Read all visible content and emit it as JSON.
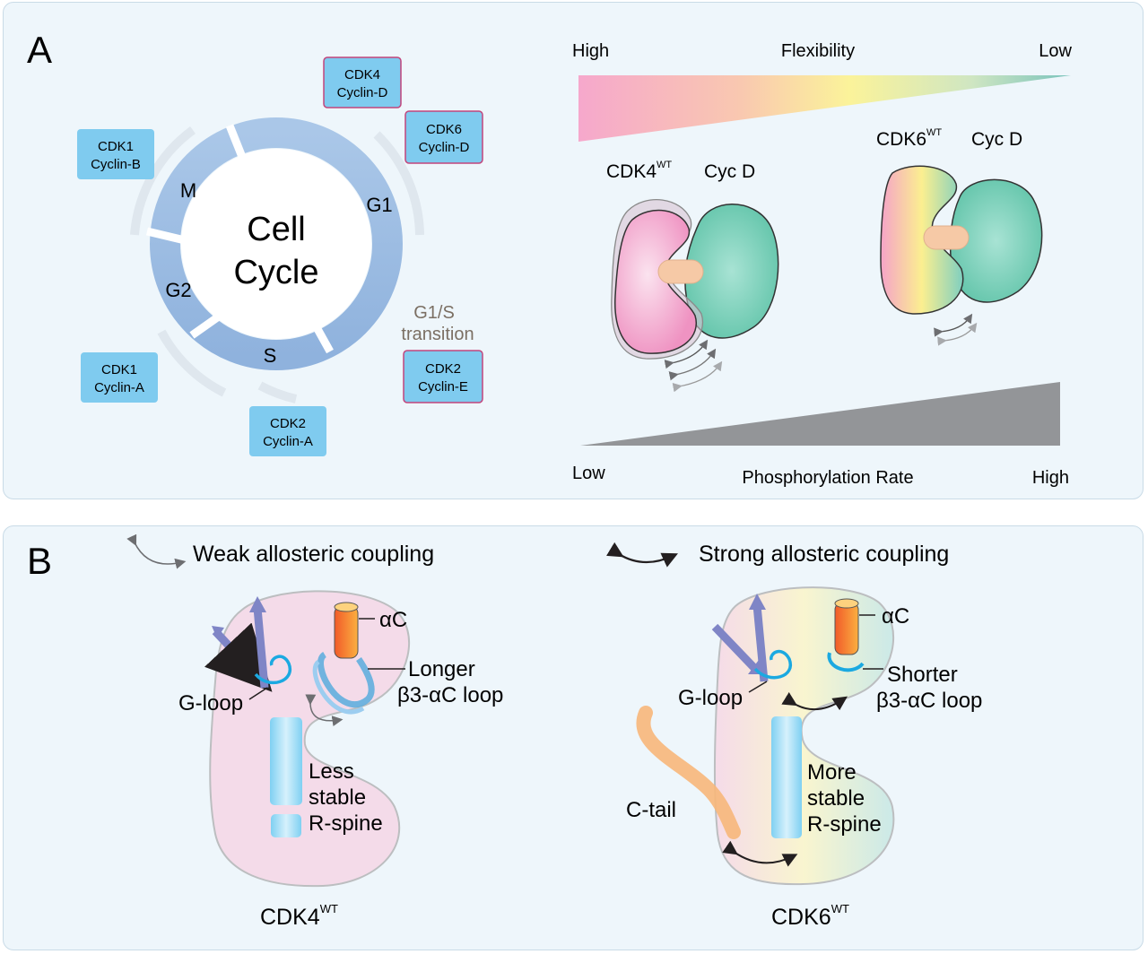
{
  "panel_a": {
    "label": "A",
    "cell_cycle": {
      "center_line1": "Cell",
      "center_line2": "Cycle",
      "phases": {
        "g1": "G1",
        "s": "S",
        "g2": "G2",
        "m": "M"
      },
      "transition_line1": "G1/S",
      "transition_line2": "transition"
    },
    "complexes": [
      {
        "cdk": "CDK4",
        "cyclin": "Cyclin-D",
        "highlight": true
      },
      {
        "cdk": "CDK6",
        "cyclin": "Cyclin-D",
        "highlight": true
      },
      {
        "cdk": "CDK1",
        "cyclin": "Cyclin-B",
        "highlight": false
      },
      {
        "cdk": "CDK2",
        "cyclin": "Cyclin-E",
        "highlight": true
      },
      {
        "cdk": "CDK1",
        "cyclin": "Cyclin-A",
        "highlight": false
      },
      {
        "cdk": "CDK2",
        "cyclin": "Cyclin-A",
        "highlight": false
      }
    ],
    "flexibility": {
      "high": "High",
      "title": "Flexibility",
      "low": "Low"
    },
    "structures": {
      "cdk4": "CDK4",
      "cdk4_sup": "WT",
      "cdk4_partner": "Cyc D",
      "cdk6": "CDK6",
      "cdk6_sup": "WT",
      "cdk6_partner": "Cyc D"
    },
    "phosphorylation": {
      "low": "Low",
      "title": "Phosphorylation Rate",
      "high": "High"
    }
  },
  "panel_b": {
    "label": "B",
    "weak_legend": "Weak allosteric coupling",
    "strong_legend": "Strong allosteric coupling",
    "cdk4": {
      "alpha_c": "αC",
      "g_loop": "G-loop",
      "loop_line1": "Longer",
      "loop_line2": "β3-αC loop",
      "spine_line1": "Less",
      "spine_line2": "stable",
      "spine_line3": "R-spine",
      "name": "CDK4",
      "name_sup": "WT"
    },
    "cdk6": {
      "alpha_c": "αC",
      "g_loop": "G-loop",
      "loop_line1": "Shorter",
      "loop_line2": "β3-αC loop",
      "c_tail": "C-tail",
      "spine_line1": "More",
      "spine_line2": "stable",
      "spine_line3": "R-spine",
      "name": "CDK6",
      "name_sup": "WT"
    }
  },
  "colors": {
    "cycle_ring": "#9fbfe3",
    "complex_box": "#7fcbef",
    "highlight_border": "#c2457c",
    "cdk4_pink": "#f3a9cf",
    "cyclin_teal": "#6fcbb3",
    "phospho_wedge": "#939598",
    "cdk4_body": "#f4dbe9"
  }
}
